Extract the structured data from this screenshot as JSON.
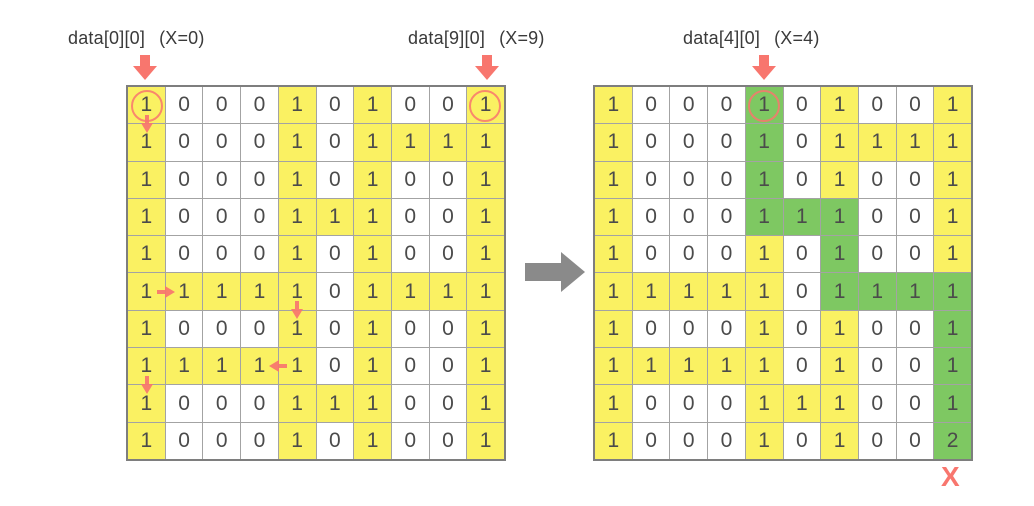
{
  "colors": {
    "yellow": "#FAF162",
    "green": "#7EC862",
    "accent_red": "#F8766E",
    "arrow_gray": "#8A8A8A",
    "grid_line": "#A3A3A3",
    "grid_border": "#7E7E7E",
    "digit": "#4B4B4B",
    "label_text": "#3A3A3A"
  },
  "labels": {
    "left_start": {
      "name": "data[0][0]",
      "note": "(X=0)"
    },
    "left_end": {
      "name": "data[9][0]",
      "note": "(X=9)"
    },
    "right_start": {
      "name": "data[4][0]",
      "note": "(X=4)"
    },
    "exit_marker": "X"
  },
  "left_grid": {
    "values": [
      [
        1,
        0,
        0,
        0,
        1,
        0,
        1,
        0,
        0,
        1
      ],
      [
        1,
        0,
        0,
        0,
        1,
        0,
        1,
        1,
        1,
        1
      ],
      [
        1,
        0,
        0,
        0,
        1,
        0,
        1,
        0,
        0,
        1
      ],
      [
        1,
        0,
        0,
        0,
        1,
        1,
        1,
        0,
        0,
        1
      ],
      [
        1,
        0,
        0,
        0,
        1,
        0,
        1,
        0,
        0,
        1
      ],
      [
        1,
        1,
        1,
        1,
        1,
        0,
        1,
        1,
        1,
        1
      ],
      [
        1,
        0,
        0,
        0,
        1,
        0,
        1,
        0,
        0,
        1
      ],
      [
        1,
        1,
        1,
        1,
        1,
        0,
        1,
        0,
        0,
        1
      ],
      [
        1,
        0,
        0,
        0,
        1,
        1,
        1,
        0,
        0,
        1
      ],
      [
        1,
        0,
        0,
        0,
        1,
        0,
        1,
        0,
        0,
        1
      ]
    ],
    "circles": [
      [
        0,
        0
      ],
      [
        0,
        9
      ]
    ],
    "arrows": [
      {
        "dir": "down",
        "row": 0,
        "col": 0
      },
      {
        "dir": "right",
        "row": 5,
        "col": 0
      },
      {
        "dir": "down",
        "row": 5,
        "col": 4
      },
      {
        "dir": "left",
        "row": 7,
        "col": 4
      },
      {
        "dir": "down",
        "row": 7,
        "col": 0
      }
    ],
    "green_cells": []
  },
  "right_grid": {
    "values": [
      [
        1,
        0,
        0,
        0,
        1,
        0,
        1,
        0,
        0,
        1
      ],
      [
        1,
        0,
        0,
        0,
        1,
        0,
        1,
        1,
        1,
        1
      ],
      [
        1,
        0,
        0,
        0,
        1,
        0,
        1,
        0,
        0,
        1
      ],
      [
        1,
        0,
        0,
        0,
        1,
        1,
        1,
        0,
        0,
        1
      ],
      [
        1,
        0,
        0,
        0,
        1,
        0,
        1,
        0,
        0,
        1
      ],
      [
        1,
        1,
        1,
        1,
        1,
        0,
        1,
        1,
        1,
        1
      ],
      [
        1,
        0,
        0,
        0,
        1,
        0,
        1,
        0,
        0,
        1
      ],
      [
        1,
        1,
        1,
        1,
        1,
        0,
        1,
        0,
        0,
        1
      ],
      [
        1,
        0,
        0,
        0,
        1,
        1,
        1,
        0,
        0,
        1
      ],
      [
        1,
        0,
        0,
        0,
        1,
        0,
        1,
        0,
        0,
        2
      ]
    ],
    "circles": [
      [
        0,
        4
      ]
    ],
    "arrows": [],
    "green_cells": [
      [
        0,
        4
      ],
      [
        1,
        4
      ],
      [
        2,
        4
      ],
      [
        3,
        4
      ],
      [
        3,
        5
      ],
      [
        3,
        6
      ],
      [
        4,
        6
      ],
      [
        5,
        6
      ],
      [
        5,
        7
      ],
      [
        5,
        8
      ],
      [
        5,
        9
      ],
      [
        6,
        9
      ],
      [
        7,
        9
      ],
      [
        8,
        9
      ],
      [
        9,
        9
      ]
    ]
  }
}
